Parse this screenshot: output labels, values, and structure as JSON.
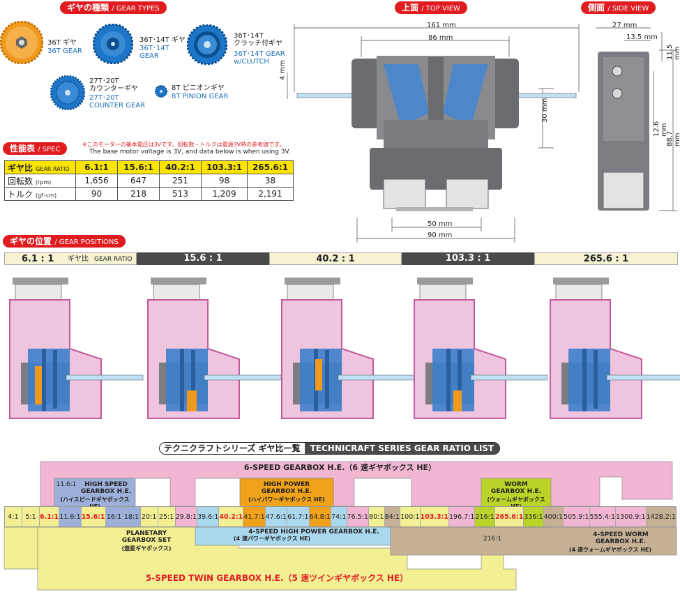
{
  "gear_types": {
    "title": "ギヤの種類",
    "title_en": "/ GEAR TYPES",
    "g36": {
      "jp": "36T ギヤ",
      "en": "36T GEAR"
    },
    "g36_14": {
      "jp": "36T･14T ギヤ",
      "en1": "36T･14T",
      "en2": "GEAR"
    },
    "clutch": {
      "jp1": "36T･14T",
      "jp2": "クラッチ付ギヤ",
      "en1": "36T･14T GEAR",
      "en2": "w/CLUTCH"
    },
    "counter": {
      "jp1": "27T･20T",
      "jp2": "カウンターギヤ",
      "en1": "27T･20T",
      "en2": "COUNTER GEAR"
    },
    "pinion": {
      "jp": "8T ピニオンギヤ",
      "en": "8T PINION GEAR"
    }
  },
  "top_view": {
    "title": "上面",
    "title_en": "/ TOP VIEW",
    "d161": "161 mm",
    "d86": "86 mm",
    "d4": "4 mm",
    "d30": "30 mm",
    "d50": "50 mm",
    "d90": "90 mm"
  },
  "side_view": {
    "title": "側面",
    "title_en": "/ SIDE VIEW",
    "d27": "27 mm",
    "d135": "13.5 mm",
    "d115": "11.5 mm",
    "d126": "12.6 mm",
    "d887": "88.7 mm"
  },
  "spec": {
    "title": "性能表",
    "title_en": "/ SPEC",
    "note1": "※このモーターの基本電圧は3Vです。回転数・トルクは電源3V時の参考値です。",
    "note2": "The base motor voltage is 3V, and data below is when using 3V.",
    "rows": [
      {
        "label": "ギヤ比",
        "unit": "GEAR RATIO",
        "vals": [
          "6.1:1",
          "15.6:1",
          "40.2:1",
          "103.3:1",
          "265.6:1"
        ]
      },
      {
        "label": "回転数",
        "unit": "(rpm)",
        "vals": [
          "1,656",
          "647",
          "251",
          "98",
          "38"
        ]
      },
      {
        "label": "トルク",
        "unit": "(gf･cm)",
        "vals": [
          "90",
          "218",
          "513",
          "1,209",
          "2,191"
        ]
      }
    ]
  },
  "positions": {
    "title": "ギヤの位置",
    "title_en": "/ GEAR POSITIONS",
    "r1": "6.1 : 1",
    "label": "ギヤ比",
    "label_en": "GEAR RATIO",
    "r2": "15.6 : 1",
    "r3": "40.2 : 1",
    "r4": "103.3 : 1",
    "r5": "265.6 : 1"
  },
  "series": {
    "title_jp": "テクニクラフトシリーズ ギヤ比一覧",
    "title_en": "TECHNICRAFT SERIES GEAR RATIO LIST",
    "ratios": [
      "4:1",
      "5:1",
      "6.1:1",
      "11.6:1",
      "15.6:1",
      "16:1",
      "18:1",
      "20:1",
      "25:1",
      "29.8:1",
      "39.6:1",
      "40.2:1",
      "41.7:1",
      "47.6:1",
      "61.7:1",
      "64.8:1",
      "74:1",
      "76.5:1",
      "80:1",
      "84:1",
      "100:1",
      "103.3:1",
      "196.7:1",
      "216:1",
      "265.6:1",
      "336:1",
      "400:1",
      "505.9:1",
      "555.4:1",
      "1300.9:1",
      "1428.2:1"
    ],
    "six": "6-SPEED GEARBOX H.E.（6 速ギヤボックス HE）",
    "hs": {
      "l1": "HIGH SPEED",
      "l2": "GEARBOX H.E.",
      "l3": "(ハイスピードギヤボックス HE)",
      "extra": "11.6:1"
    },
    "hp": {
      "l1": "HIGH POWER",
      "l2": "GEARBOX H.E.",
      "l3": "(ハイパワーギヤボックス HE)"
    },
    "worm": {
      "l1": "WORM",
      "l2": "GEARBOX H.E.",
      "l3": "(ウォームギヤボックス HE)"
    },
    "planetary": {
      "l1": "PLANETARY",
      "l2": "GEARBOX SET",
      "l3": "(遊星ギヤボックス)"
    },
    "hp4": {
      "l1": "4-SPEED HIGH POWER GEARBOX H.E.",
      "l2": "(4 速パワーギヤボックス HE)"
    },
    "worm4": {
      "l1": "4-SPEED WORM",
      "l2": "GEARBOX H.E.",
      "l3": "(4 速ウォームギヤボックス HE)",
      "extra": "216:1"
    },
    "twin": "5-SPEED TWIN GEARBOX H.E.（5 速ツインギヤボックス HE）"
  },
  "colors": {
    "red": "#e01c20",
    "yellow": "#fbe400",
    "pink": "#f2b6d3",
    "blue": "#1e76c8",
    "orange": "#f09a1d"
  }
}
